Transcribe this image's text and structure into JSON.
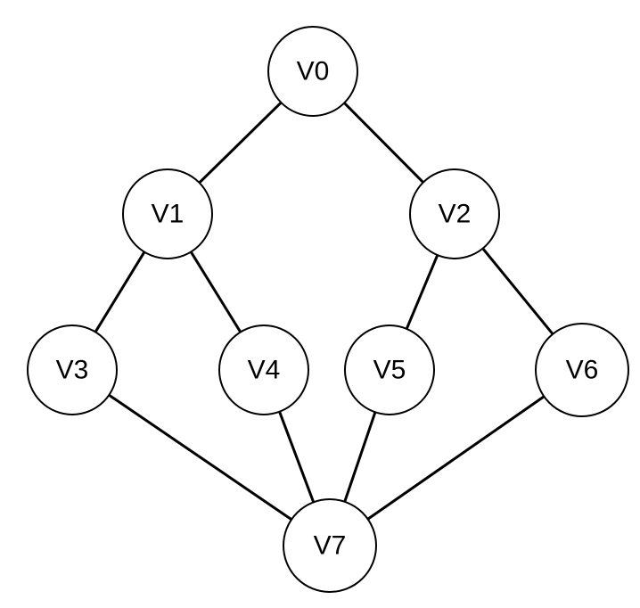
{
  "diagram": {
    "type": "graph",
    "nodes": [
      {
        "id": "V0",
        "label": "V0"
      },
      {
        "id": "V1",
        "label": "V1"
      },
      {
        "id": "V2",
        "label": "V2"
      },
      {
        "id": "V3",
        "label": "V3"
      },
      {
        "id": "V4",
        "label": "V4"
      },
      {
        "id": "V5",
        "label": "V5"
      },
      {
        "id": "V6",
        "label": "V6"
      },
      {
        "id": "V7",
        "label": "V7"
      }
    ],
    "edges": [
      {
        "from": "V0",
        "to": "V1"
      },
      {
        "from": "V0",
        "to": "V2"
      },
      {
        "from": "V1",
        "to": "V3"
      },
      {
        "from": "V1",
        "to": "V4"
      },
      {
        "from": "V2",
        "to": "V5"
      },
      {
        "from": "V2",
        "to": "V6"
      },
      {
        "from": "V3",
        "to": "V7"
      },
      {
        "from": "V4",
        "to": "V7"
      },
      {
        "from": "V5",
        "to": "V7"
      },
      {
        "from": "V6",
        "to": "V7"
      }
    ]
  }
}
